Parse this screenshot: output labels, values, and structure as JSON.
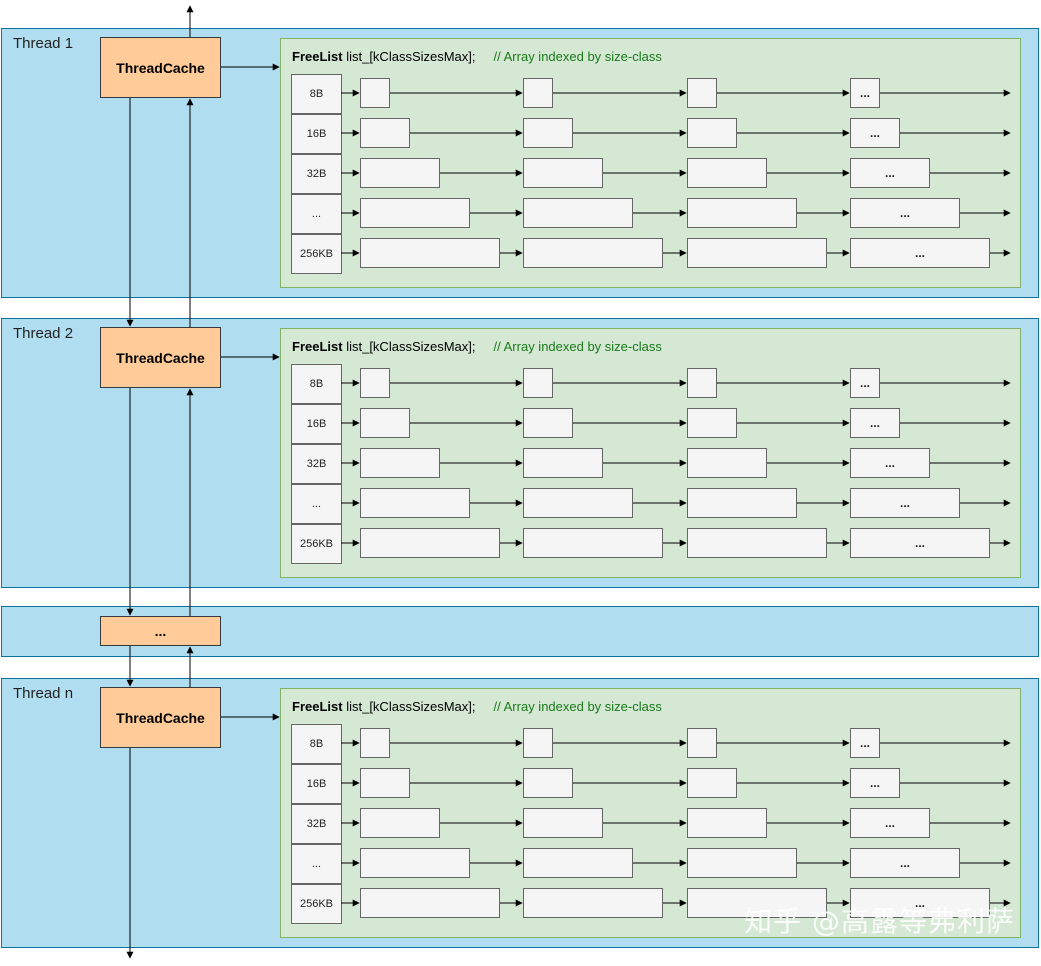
{
  "threads": [
    {
      "label": "Thread 1",
      "cache_label": "ThreadCache"
    },
    {
      "label": "Thread 2",
      "cache_label": "ThreadCache"
    },
    {
      "label": "Thread n",
      "cache_label": "ThreadCache"
    }
  ],
  "middle_cache_label": "...",
  "freelist": {
    "keyword": "FreeList",
    "declaration": "list_[kClassSizesMax];",
    "comment": "// Array indexed by size-class"
  },
  "size_classes": [
    "8B",
    "16B",
    "32B",
    "...",
    "256KB"
  ],
  "last_node_label": "...",
  "watermark": "知乎 @高露等弗利萨",
  "colors": {
    "band_fill": "#b1ddf0",
    "band_stroke": "#10739e",
    "cache_fill": "#ffcc99",
    "panel_fill": "#d5e8d4",
    "panel_stroke": "#82b366",
    "node_fill": "#f5f5f5",
    "comment_text": "#1a7a1a"
  }
}
